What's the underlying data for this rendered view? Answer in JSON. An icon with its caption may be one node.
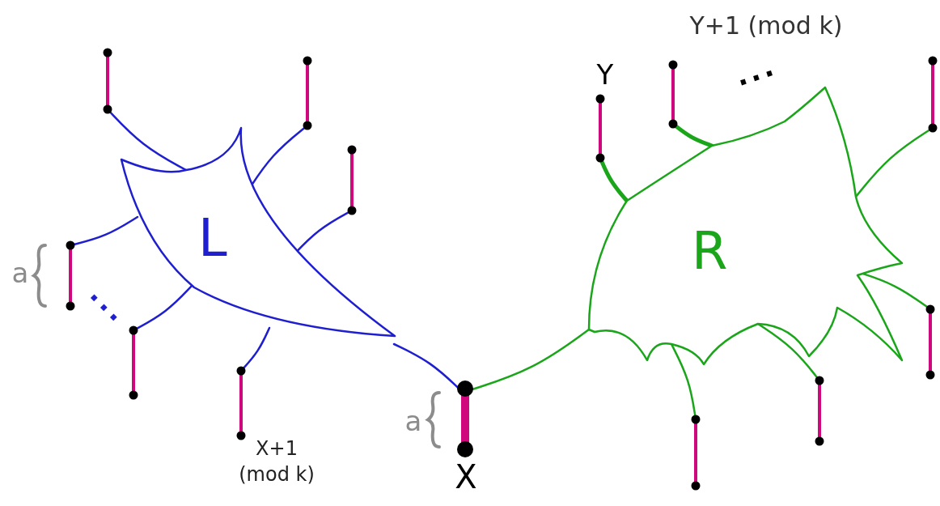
{
  "diagram": {
    "nodes": [
      {
        "text": [
          "L"
        ]
      },
      {
        "text": [],
        "shape": "bar"
      },
      {
        "text": [],
        "shape": "bar"
      },
      {
        "text": [],
        "shape": "bar"
      },
      {
        "text": [],
        "shape": "bar",
        "beside": [
          "a"
        ]
      },
      {
        "text": [],
        "shape": "bar"
      },
      {
        "text": [],
        "shape": "bar",
        "beside": [
          "X+1 (mod k)"
        ]
      },
      {
        "text": [],
        "shape": "bar",
        "beside": [
          "a",
          "X"
        ]
      },
      {
        "text": [
          "R"
        ]
      },
      {
        "text": [],
        "shape": "bar",
        "beside": [
          "Y"
        ]
      },
      {
        "text": [],
        "shape": "bar",
        "beside": [
          "Y+1 (mod k)"
        ]
      },
      {
        "text": [],
        "shape": "bar"
      },
      {
        "text": [],
        "shape": "bar"
      },
      {
        "text": [],
        "shape": "bar"
      },
      {
        "text": [],
        "shape": "bar"
      }
    ],
    "edges": [
      {
        "from": 0,
        "to": 1,
        "arrow": "none",
        "color": "#1f1fd0"
      },
      {
        "from": 0,
        "to": 2,
        "arrow": "none",
        "color": "#1f1fd0"
      },
      {
        "from": 0,
        "to": 3,
        "arrow": "none",
        "color": "#1f1fd0"
      },
      {
        "from": 0,
        "to": 4,
        "arrow": "none",
        "color": "#1f1fd0"
      },
      {
        "from": 0,
        "to": 5,
        "arrow": "none",
        "color": "#1f1fd0"
      },
      {
        "from": 0,
        "to": 6,
        "arrow": "none",
        "color": "#1f1fd0"
      },
      {
        "from": 0,
        "to": 7,
        "arrow": "none",
        "color": "#1f1fd0"
      },
      {
        "from": 8,
        "to": 9,
        "arrow": "none",
        "style": "thick",
        "color": "#1aa51a"
      },
      {
        "from": 8,
        "to": 10,
        "arrow": "none",
        "style": "thick",
        "color": "#1aa51a"
      },
      {
        "from": 8,
        "to": 11,
        "arrow": "none",
        "color": "#1aa51a"
      },
      {
        "from": 8,
        "to": 12,
        "arrow": "none",
        "color": "#1aa51a"
      },
      {
        "from": 8,
        "to": 13,
        "arrow": "none",
        "color": "#1aa51a"
      },
      {
        "from": 8,
        "to": 14,
        "arrow": "none",
        "color": "#1aa51a"
      },
      {
        "from": 8,
        "to": 7,
        "arrow": "none",
        "color": "#1aa51a"
      }
    ],
    "labels": [
      "...",
      "..."
    ]
  }
}
